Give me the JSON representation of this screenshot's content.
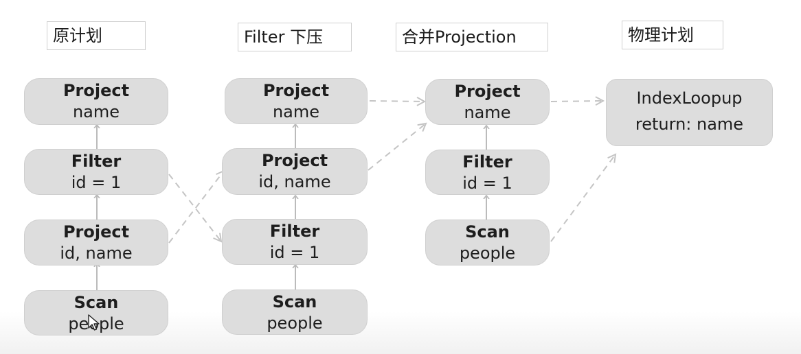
{
  "columns": [
    {
      "title": "原计划"
    },
    {
      "title": "Filter 下压"
    },
    {
      "title": "合并Projection"
    },
    {
      "title": "物理计划"
    }
  ],
  "plan_original": {
    "project_top": {
      "op": "Project",
      "arg": "name"
    },
    "filter": {
      "op": "Filter",
      "arg": "id = 1"
    },
    "project_mid": {
      "op": "Project",
      "arg": "id, name"
    },
    "scan": {
      "op": "Scan",
      "arg": "people"
    }
  },
  "plan_pushdown": {
    "project_top": {
      "op": "Project",
      "arg": "name"
    },
    "project_mid": {
      "op": "Project",
      "arg": "id, name"
    },
    "filter": {
      "op": "Filter",
      "arg": "id = 1"
    },
    "scan": {
      "op": "Scan",
      "arg": "people"
    }
  },
  "plan_merged": {
    "project": {
      "op": "Project",
      "arg": "name"
    },
    "filter": {
      "op": "Filter",
      "arg": "id = 1"
    },
    "scan": {
      "op": "Scan",
      "arg": "people"
    }
  },
  "plan_physical": {
    "line1": "IndexLoopup",
    "line2": "return: name"
  },
  "colors": {
    "node_fill": "#dddddd",
    "edge": "#bbbbbb",
    "dashed_link": "#c4c4c4"
  }
}
